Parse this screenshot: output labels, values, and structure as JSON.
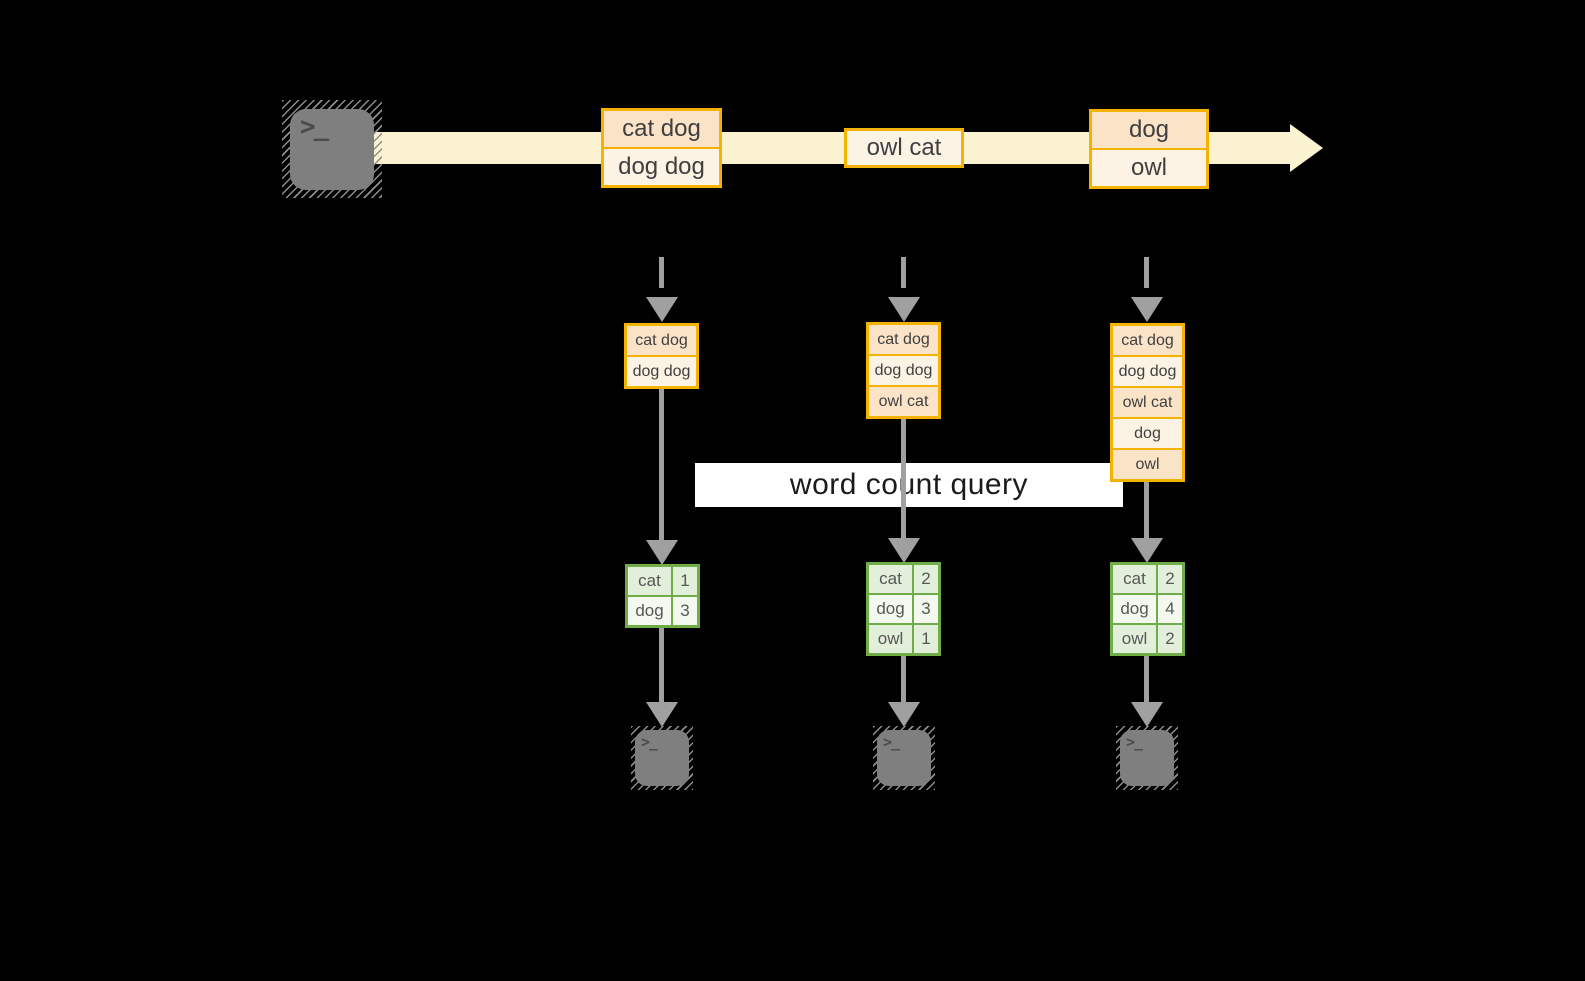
{
  "canvas": {
    "background": "#000000"
  },
  "colors": {
    "stream_band": "#fbf2d1",
    "record_border": "#f3b300",
    "record_fill_dark": "#fbe3c8",
    "record_fill_light": "#fdf3e5",
    "table_border": "#70ad47",
    "table_fill_dark": "#e2efda",
    "table_fill_light": "#f3f9ef",
    "connector": "#a0a0a0",
    "terminal_fill": "#7f7f7f",
    "banner_background": "#ffffff"
  },
  "terminal": {
    "prompt": ">_"
  },
  "stream": {
    "batches": [
      {
        "lines": [
          "cat dog",
          "dog dog"
        ]
      },
      {
        "lines": [
          "owl cat"
        ]
      },
      {
        "lines": [
          "dog",
          "owl"
        ]
      }
    ]
  },
  "banner": {
    "label": "word count query"
  },
  "columns": [
    {
      "buffer": [
        "cat dog",
        "dog dog"
      ],
      "counts": [
        {
          "word": "cat",
          "value": "1"
        },
        {
          "word": "dog",
          "value": "3"
        }
      ]
    },
    {
      "buffer": [
        "cat dog",
        "dog dog",
        "owl cat"
      ],
      "counts": [
        {
          "word": "cat",
          "value": "2"
        },
        {
          "word": "dog",
          "value": "3"
        },
        {
          "word": "owl",
          "value": "1"
        }
      ]
    },
    {
      "buffer": [
        "cat dog",
        "dog dog",
        "owl cat",
        "dog",
        "owl"
      ],
      "counts": [
        {
          "word": "cat",
          "value": "2"
        },
        {
          "word": "dog",
          "value": "4"
        },
        {
          "word": "owl",
          "value": "2"
        }
      ]
    }
  ]
}
